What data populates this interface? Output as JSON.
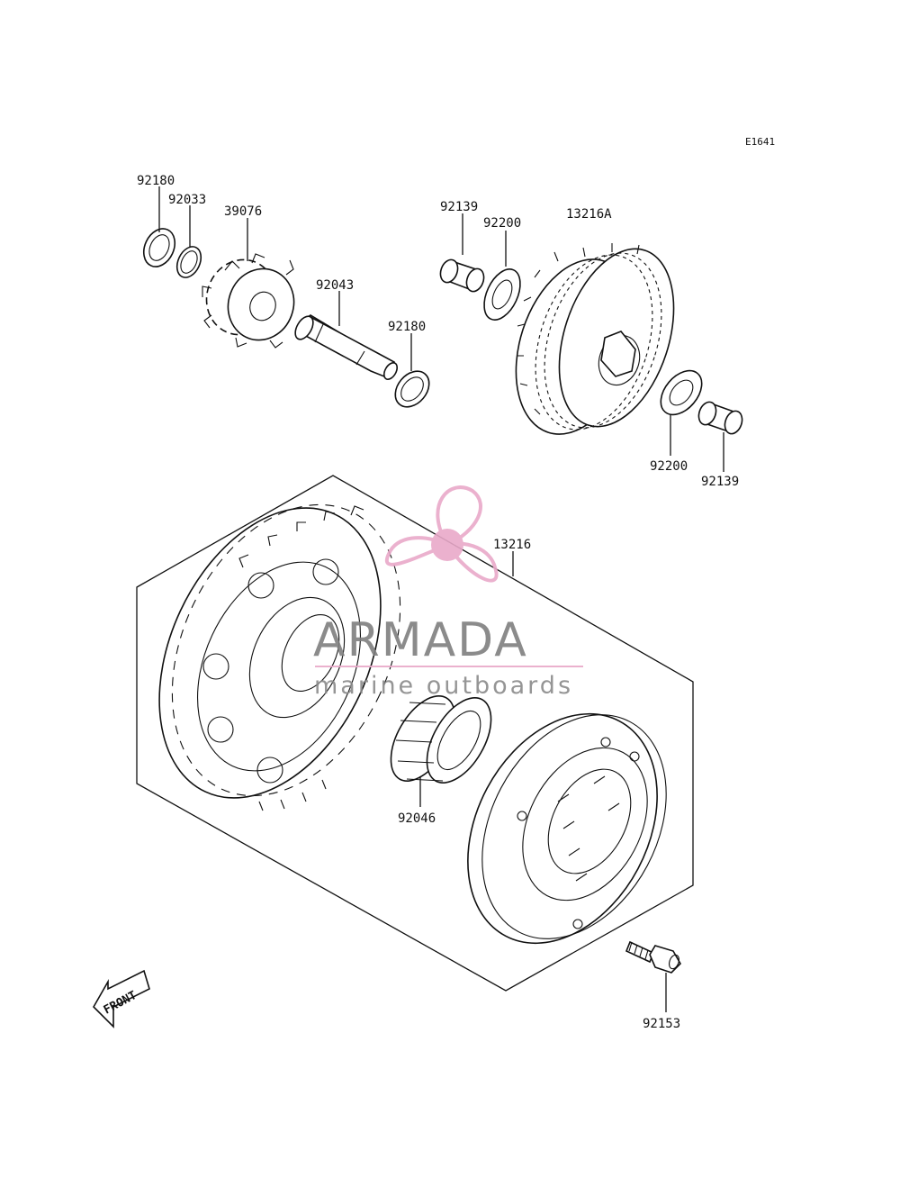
{
  "diagram": {
    "code": "E1641",
    "front_label": "FRONT",
    "parts": [
      {
        "id": "p1",
        "number": "92180"
      },
      {
        "id": "p2",
        "number": "92033"
      },
      {
        "id": "p3",
        "number": "39076"
      },
      {
        "id": "p4",
        "number": "92043"
      },
      {
        "id": "p5",
        "number": "92180"
      },
      {
        "id": "p6",
        "number": "92139"
      },
      {
        "id": "p7",
        "number": "92200"
      },
      {
        "id": "p8",
        "number": "13216A"
      },
      {
        "id": "p9",
        "number": "92200"
      },
      {
        "id": "p10",
        "number": "92139"
      },
      {
        "id": "p11",
        "number": "13216"
      },
      {
        "id": "p12",
        "number": "92046"
      },
      {
        "id": "p13",
        "number": "92153"
      }
    ]
  },
  "watermark": {
    "title": "ARMADA",
    "subtitle": "marine outboards",
    "logo_color": "#e9a9c9",
    "text_color": "#7f7f7f",
    "icon": "propeller-icon"
  }
}
